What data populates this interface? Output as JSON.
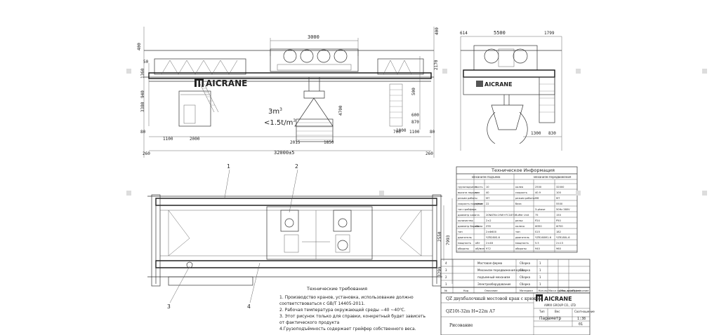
{
  "brand": {
    "name": "AICRANE",
    "group": "AIMIX GROUP CO., LTD"
  },
  "front_view": {
    "dims": {
      "top_span": "3000",
      "height_top": "400",
      "height_rail": "400",
      "hook_gap": "50",
      "h_left_main": "3380",
      "h_left_upper": "1360",
      "h_left_sub": "940",
      "h_right_main": "2170",
      "h_right_mid": "4700",
      "h_right_small": "500",
      "h_right_600": "600",
      "h_right_870": "870",
      "h_right_1000": "1000",
      "left_80": "80",
      "right_80": "80",
      "b_1100": "1100",
      "b_2000": "2000",
      "b_2015": "2015",
      "b_1850": "1850",
      "b_700": "700",
      "b_1100r": "1100",
      "total": "32000±5",
      "edge_l": "260",
      "edge_r": "260"
    },
    "grab_volume": "3m",
    "grab_volume_exp": "3",
    "grab_density": "<1.5t/m",
    "grab_density_exp": "3"
  },
  "side_view": {
    "dims": {
      "d614": "614",
      "d5500": "5500",
      "d1799": "1799",
      "d1300": "1300",
      "d830": "830"
    }
  },
  "plan_view": {
    "callouts": [
      "1",
      "2",
      "3",
      "4"
    ],
    "dims": {
      "d2550": "2550",
      "d7993": "7993",
      "d3299": "3299"
    }
  },
  "tech_table": {
    "title": "Техническое Информация",
    "head_left": "механизм подъема",
    "head_right": "механизм передвижения",
    "sub_heads": [
      "подъемный механизм",
      "грузоподъемность",
      "главный крюк",
      "тележка",
      "кран"
    ],
    "rows": [
      [
        "грузоподъемность",
        "т",
        "10",
        "колея",
        "2500",
        "32000"
      ],
      [
        "высота подъема",
        "м",
        "40",
        "скорость",
        "40.9",
        "100"
      ],
      [
        "режим работы",
        "",
        "M7",
        "режим работы",
        "M6",
        "M7"
      ],
      [
        "скорость подъема",
        "м/мин",
        "22",
        "база",
        "",
        "5500"
      ],
      [
        "тип грейфера",
        "",
        "",
        "",
        "3-phase",
        "50Hz 380V"
      ],
      [
        "диаметр каната",
        "",
        "20NAT6×19W+FC1870",
        "Buffer Unit",
        "75",
        "150"
      ],
      [
        "количество",
        "",
        "2×2",
        "рельс",
        "P24",
        "P50"
      ],
      [
        "диаметр барабана",
        "мм",
        "Z55",
        "колесо",
        "Φ350",
        "Φ700"
      ],
      [
        "тип",
        "",
        "2×Φ600",
        "тип",
        "S15",
        "182"
      ],
      [
        "двигатель",
        "",
        "YZR280S-6",
        "двигатель",
        "YZR160M1-6",
        "YZR180L-6"
      ],
      [
        "мощность",
        "кВт",
        "2×48",
        "мощность",
        "5.5",
        "2×13"
      ],
      [
        "обороты",
        "об/мин",
        "972",
        "обороты",
        "940",
        "960"
      ]
    ]
  },
  "parts_list": {
    "rows": [
      [
        "4",
        "Мостовая ферма",
        "Сборка",
        "1"
      ],
      [
        "3",
        "Механизм передвижения крана",
        "Сборка",
        "1"
      ],
      [
        "2",
        "подъемный механизм",
        "Сборка",
        "1"
      ],
      [
        "1",
        "Электрооборудование",
        "Сборка",
        "1"
      ]
    ],
    "headers": [
      "№",
      "Код",
      "Описание",
      "Материал",
      "Кол-во",
      "Масса единицы (кг)",
      "Общ. масса (кг)",
      "Примечание"
    ]
  },
  "title_block": {
    "company": "AICRANE",
    "group": "AIMIX GROUP CO., LTD",
    "product": "QZ двухбалочный мостовой кран с крюком",
    "model": "QZ10t-32m H=22m A7",
    "drawing": "Рисование",
    "param": "Параметр",
    "scale_hdr": [
      "Тип",
      "Вес",
      "Соотношение"
    ],
    "scale": "1:38",
    "sheet": "01"
  },
  "requirements": {
    "title": "Технические требования",
    "items": [
      "1. Производство кранов, установка, использование должно",
      "   соответствоваться с GB/T 14405-2011.",
      "2. Рабочая температура окружающей среды −40 ~40℃.",
      "3. Этот рисунок только для справки, конкретный будет зависеть",
      "   от фактического продукта",
      "4.Грузоподъёмность содержает грейфер собственного веса."
    ]
  }
}
